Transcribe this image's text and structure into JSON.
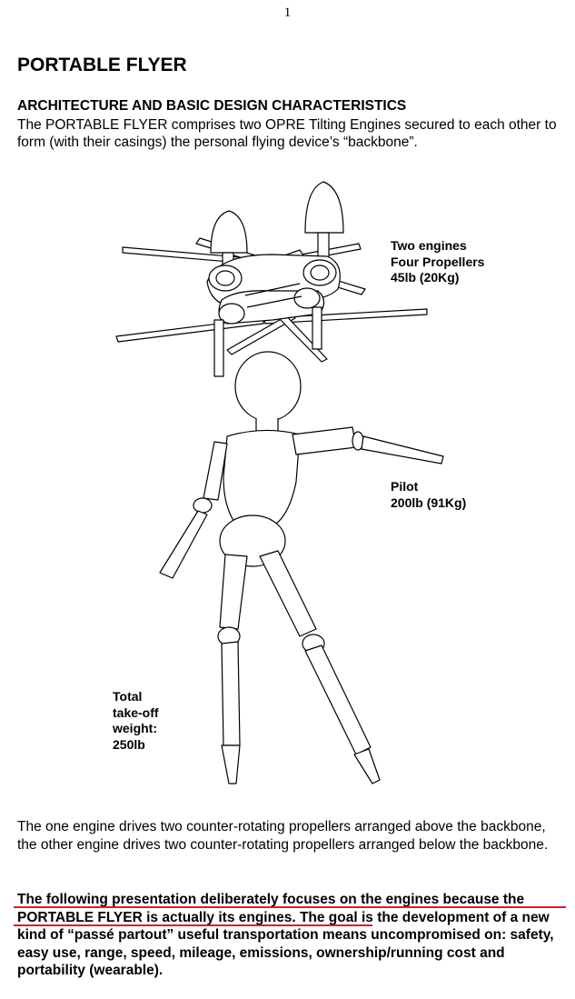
{
  "page_number": "1",
  "title": "PORTABLE FLYER",
  "section_heading": "ARCHITECTURE AND BASIC DESIGN CHARACTERISTICS",
  "intro": "The PORTABLE FLYER comprises two OPRE Tilting Engines secured to each other to form (with their casings) the personal flying device’s “backbone”.",
  "figure": {
    "engines_label": [
      "Two engines",
      "Four Propellers",
      "45lb (20Kg)"
    ],
    "pilot_label": [
      "Pilot",
      "200lb (91Kg)"
    ],
    "total_label": [
      "Total",
      "take-off",
      "weight:",
      "250lb"
    ]
  },
  "paragraph_engines": "The one engine drives two counter-rotating propellers arranged above the backbone, the other engine drives two counter-rotating propellers arranged below the backbone.",
  "paragraph_focus": "The following presentation deliberately focuses on the engines because the PORTABLE FLYER is actually its engines. The goal is the development of a new kind of “passé partout” useful transportation means uncompromised on: safety, easy use, range, speed, mileage, emissions, ownership/running cost and portability (wearable).",
  "colors": {
    "underline": "#d91f26"
  }
}
